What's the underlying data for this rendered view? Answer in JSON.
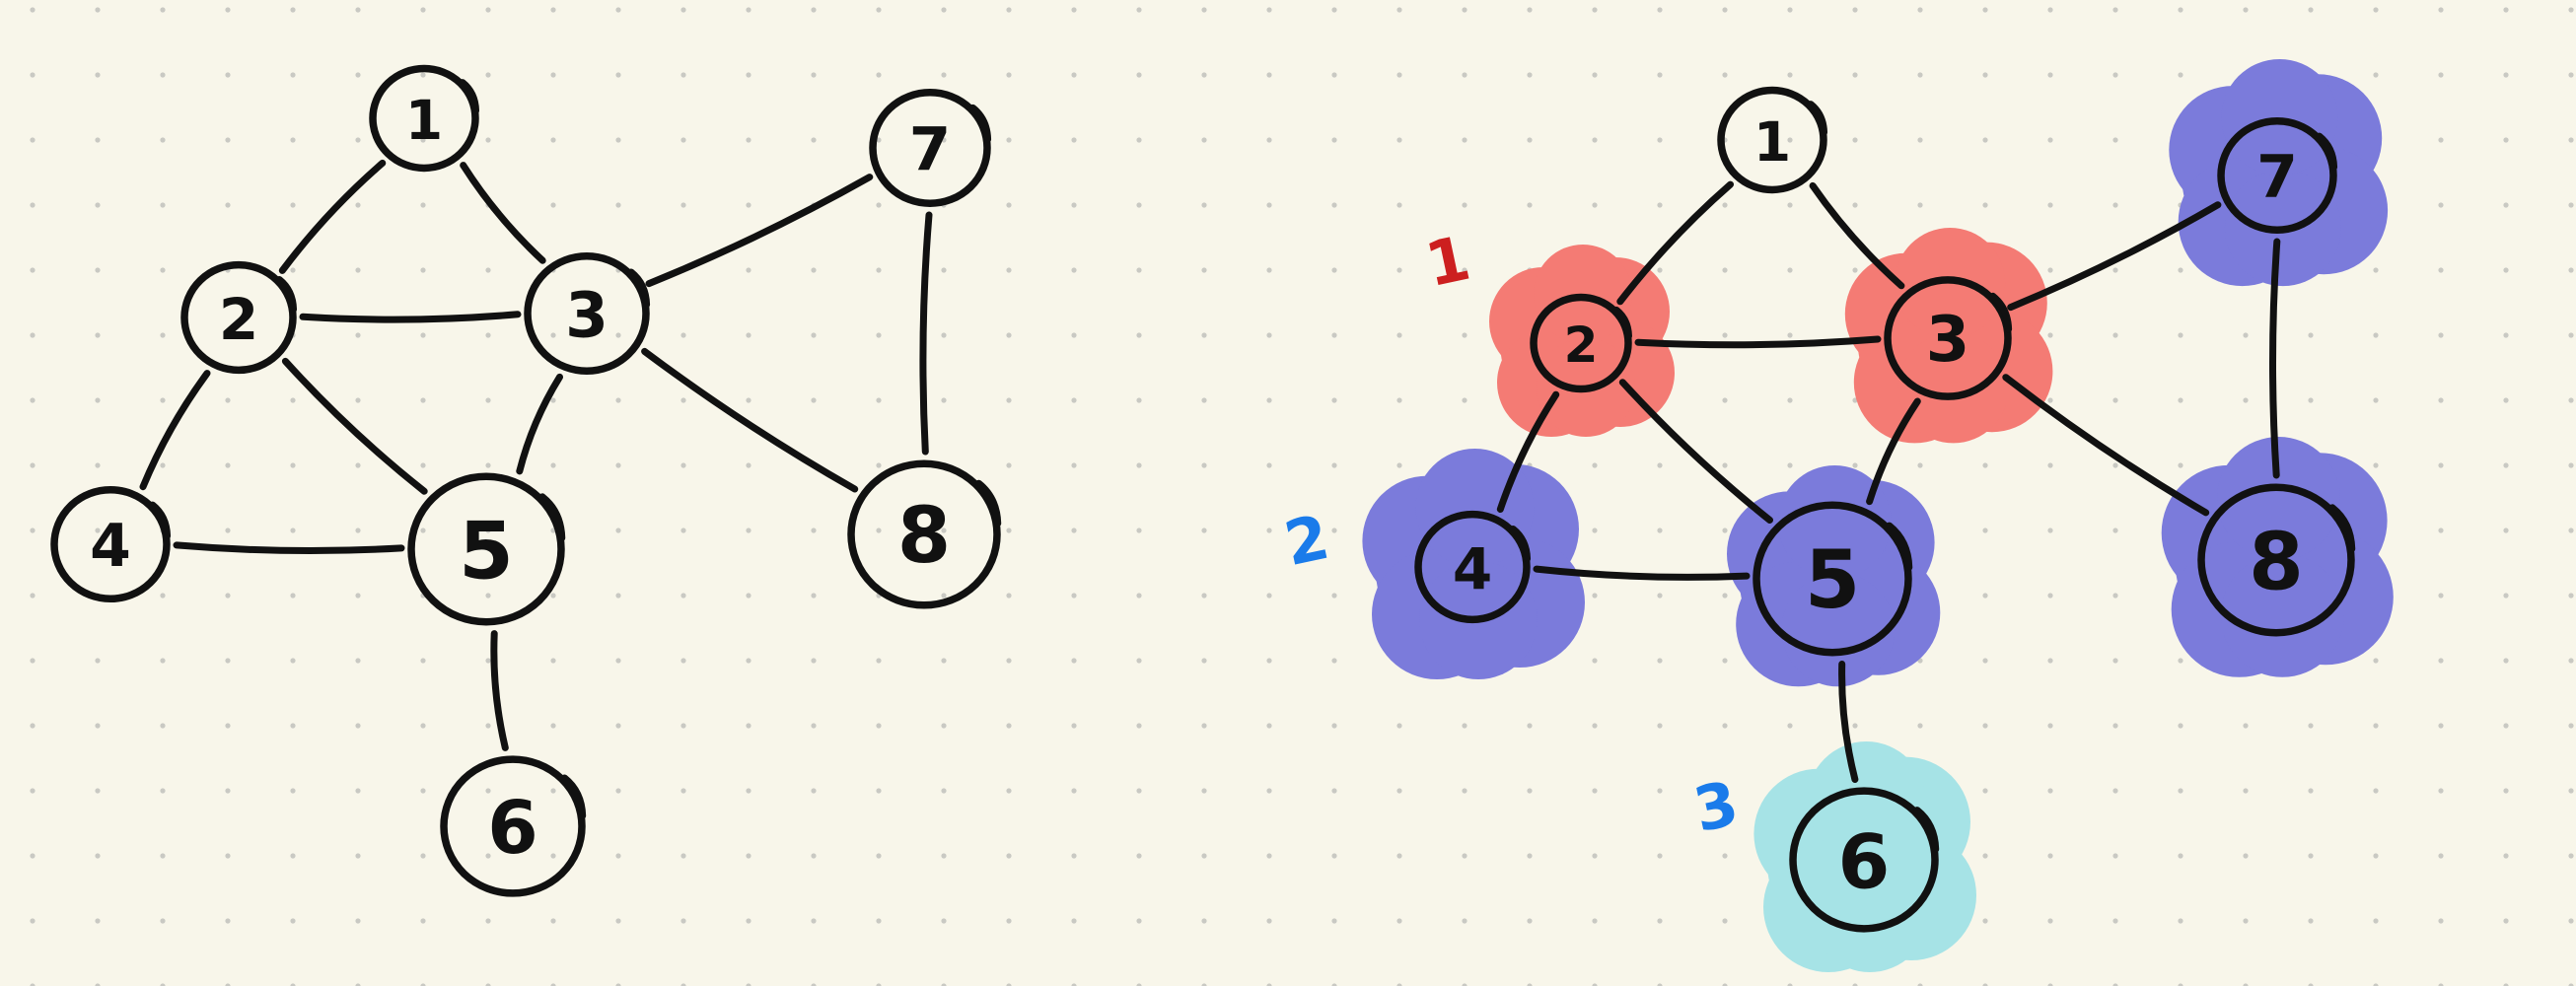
{
  "colors": {
    "background": "#f8f6ea",
    "dot_grid": "#c9c9c3",
    "ink": "#111111",
    "group_1_fill": "#f47b74",
    "group_2_fill": "#7b7bdb",
    "group_3_fill": "#a6e3e6",
    "annotation_group_1": "#cc1f1f",
    "annotation_group_2": "#1a7bea",
    "annotation_group_3": "#1a7bea"
  },
  "left_graph": {
    "nodes": [
      {
        "id": "1",
        "label": "1"
      },
      {
        "id": "2",
        "label": "2"
      },
      {
        "id": "3",
        "label": "3"
      },
      {
        "id": "4",
        "label": "4"
      },
      {
        "id": "5",
        "label": "5"
      },
      {
        "id": "6",
        "label": "6"
      },
      {
        "id": "7",
        "label": "7"
      },
      {
        "id": "8",
        "label": "8"
      }
    ],
    "edges": [
      [
        "1",
        "2"
      ],
      [
        "1",
        "3"
      ],
      [
        "2",
        "3"
      ],
      [
        "2",
        "4"
      ],
      [
        "2",
        "5"
      ],
      [
        "3",
        "5"
      ],
      [
        "3",
        "7"
      ],
      [
        "3",
        "8"
      ],
      [
        "4",
        "5"
      ],
      [
        "5",
        "6"
      ],
      [
        "7",
        "8"
      ]
    ]
  },
  "right_graph": {
    "nodes": [
      {
        "id": "1",
        "label": "1",
        "group": "none"
      },
      {
        "id": "2",
        "label": "2",
        "group": "group_1"
      },
      {
        "id": "3",
        "label": "3",
        "group": "group_1"
      },
      {
        "id": "4",
        "label": "4",
        "group": "group_2"
      },
      {
        "id": "5",
        "label": "5",
        "group": "group_2"
      },
      {
        "id": "6",
        "label": "6",
        "group": "group_3"
      },
      {
        "id": "7",
        "label": "7",
        "group": "group_2"
      },
      {
        "id": "8",
        "label": "8",
        "group": "group_2"
      }
    ],
    "edges": [
      [
        "1",
        "2"
      ],
      [
        "1",
        "3"
      ],
      [
        "2",
        "3"
      ],
      [
        "2",
        "4"
      ],
      [
        "2",
        "5"
      ],
      [
        "3",
        "5"
      ],
      [
        "3",
        "7"
      ],
      [
        "3",
        "8"
      ],
      [
        "4",
        "5"
      ],
      [
        "5",
        "6"
      ],
      [
        "7",
        "8"
      ]
    ],
    "annotations": {
      "group_1": "1",
      "group_2": "2",
      "group_3": "3"
    }
  }
}
